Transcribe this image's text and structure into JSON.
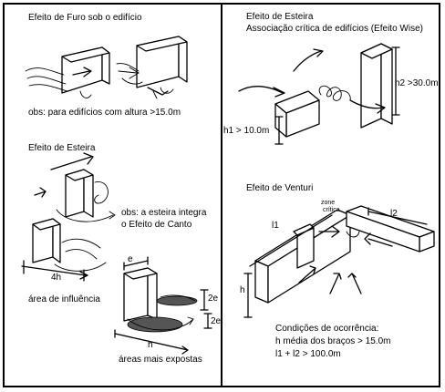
{
  "panels": {
    "furo": {
      "title": "Efeito de Furo sob o edifício",
      "note": "obs: para edifícios com altura >15.0m"
    },
    "esteira_esq": {
      "title": "Efeito de Esteira",
      "note_line1": "obs: a esteira integra",
      "note_line2": "o Efeito de Canto",
      "dim_4h": "4h",
      "dim_e": "e",
      "dim_2e_a": "2e",
      "dim_2e_b": "2e",
      "dim_h": "h",
      "caption_influencia": "área de influência",
      "caption_expostas": "áreas mais expostas"
    },
    "esteira_dir": {
      "title": "Efeito de Esteira",
      "subtitle": "Associação crítica de edifícios (Efeito Wise)",
      "h2": "h2 >30.0m",
      "h1": "h1 > 10.0m"
    },
    "venturi": {
      "title": "Efeito de Venturi",
      "zone_line1": "zone",
      "zone_line2": "crítica",
      "l1": "l1",
      "l2": "l2",
      "h": "h",
      "cond_title": "Condições de ocorrência:",
      "cond_1": "h média dos braços > 15.0m",
      "cond_2": "l1 + l2 > 100.0m"
    }
  }
}
